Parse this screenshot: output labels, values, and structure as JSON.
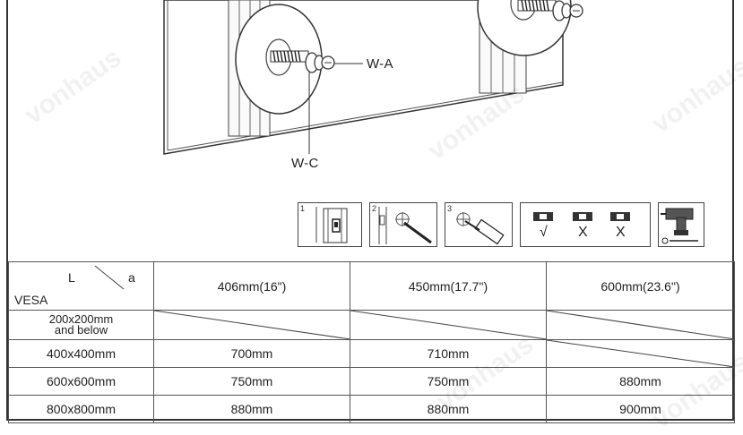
{
  "callouts": {
    "wa": "W-A",
    "wc": "W-C"
  },
  "steps": [
    {
      "number": "1",
      "icon": "stud-finder-icon"
    },
    {
      "number": "2",
      "icon": "pencil-mark-icon"
    },
    {
      "number": "3",
      "icon": "drill-hole-icon"
    },
    {
      "number": "",
      "icon": "level-check-icon",
      "marks": [
        "√",
        "X",
        "X"
      ]
    },
    {
      "number": "",
      "icon": "power-drill-icon"
    }
  ],
  "table": {
    "corner": {
      "top_left": "L",
      "top_right": "a",
      "bottom": "VESA"
    },
    "headers": [
      "406mm(16\")",
      "450mm(17.7\")",
      "600mm(23.6\")"
    ],
    "rows": [
      {
        "vesa_line1": "200x200mm",
        "vesa_line2": "and below",
        "values": [
          "",
          "",
          ""
        ]
      },
      {
        "vesa": "400x400mm",
        "values": [
          "700mm",
          "710mm",
          ""
        ]
      },
      {
        "vesa": "600x600mm",
        "values": [
          "750mm",
          "750mm",
          "880mm"
        ]
      },
      {
        "vesa": "800x800mm",
        "values": [
          "880mm",
          "880mm",
          "900mm"
        ]
      }
    ]
  },
  "watermark": "vonhaus"
}
